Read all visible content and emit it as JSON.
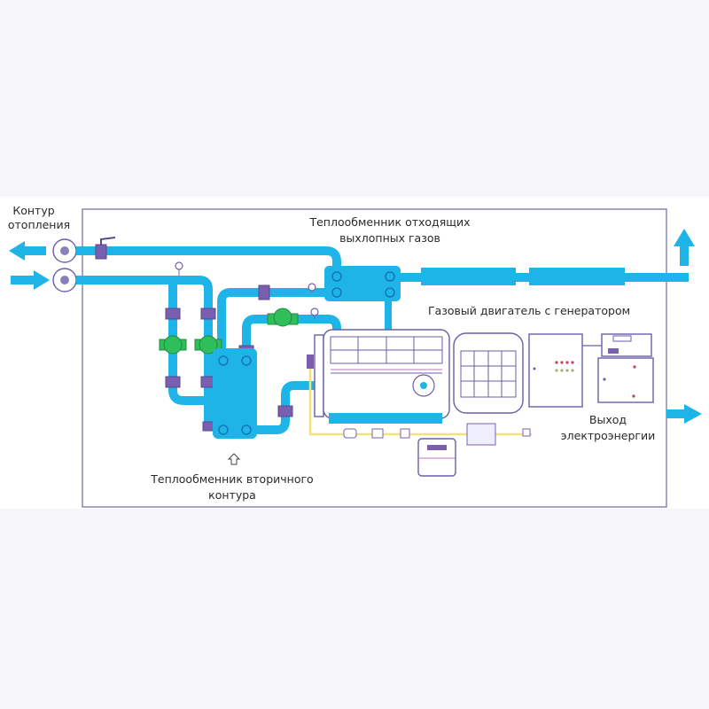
{
  "title": "Схема когенерационной установки",
  "labels": {
    "heating_circuit_line1": "Контур",
    "heating_circuit_line2": "отопления",
    "exhaust_hx_line1": "Теплообменник отходящих",
    "exhaust_hx_line2": "выхлопных газов",
    "engine_generator": "Газовый двигатель с генератором",
    "power_output_line1": "Выход",
    "power_output_line2": "электроэнергии",
    "secondary_hx_line1": "Теплообменник вторичного",
    "secondary_hx_line2": "контура"
  },
  "colors": {
    "pipe": "#1fb4e8",
    "valve": "#7a5fb0",
    "pump": "#2fbf5a",
    "gas_line": "#f1e27a",
    "outline": "#6a5fa8",
    "background": "#f6f6f9",
    "panel": "#ffffff"
  },
  "components": [
    {
      "id": "heating-outlet",
      "icon": "arrow-left-icon"
    },
    {
      "id": "heating-inlet",
      "icon": "arrow-right-icon"
    },
    {
      "id": "exhaust-heat-exchanger",
      "icon": "plate-heat-exchanger-icon"
    },
    {
      "id": "secondary-heat-exchanger",
      "icon": "plate-heat-exchanger-icon"
    },
    {
      "id": "mufflers",
      "icon": "muffler-icon"
    },
    {
      "id": "exhaust-out",
      "icon": "arrow-up-icon"
    },
    {
      "id": "gas-engine",
      "icon": "engine-icon"
    },
    {
      "id": "generator",
      "icon": "generator-icon"
    },
    {
      "id": "control-cabinet",
      "icon": "cabinet-icon"
    },
    {
      "id": "switchboard",
      "icon": "switchboard-icon"
    },
    {
      "id": "gas-meter",
      "icon": "gas-meter-icon"
    },
    {
      "id": "power-out",
      "icon": "arrow-right-icon"
    },
    {
      "id": "circulation-pumps",
      "icon": "pump-icon"
    }
  ]
}
